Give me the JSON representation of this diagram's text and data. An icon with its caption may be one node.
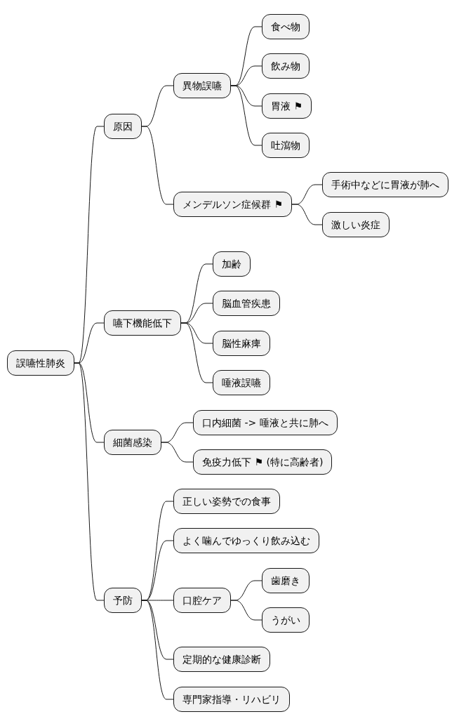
{
  "diagram": {
    "nodes": [
      {
        "text": [
          "誤嚥性肺炎"
        ]
      },
      {
        "text": [
          "原因"
        ]
      },
      {
        "text": [
          "異物誤嚥"
        ]
      },
      {
        "text": [
          "食べ物"
        ]
      },
      {
        "text": [
          "飲み物"
        ]
      },
      {
        "text": [
          "胃液 ⚑"
        ]
      },
      {
        "text": [
          "吐瀉物"
        ]
      },
      {
        "text": [
          "メンデルソン症候群 ⚑"
        ]
      },
      {
        "text": [
          "手術中などに胃液が肺へ"
        ]
      },
      {
        "text": [
          "激しい炎症"
        ]
      },
      {
        "text": [
          "嚥下機能低下"
        ]
      },
      {
        "text": [
          "加齢"
        ]
      },
      {
        "text": [
          "脳血管疾患"
        ]
      },
      {
        "text": [
          "脳性麻痺"
        ]
      },
      {
        "text": [
          "唾液誤嚥"
        ]
      },
      {
        "text": [
          "細菌感染"
        ]
      },
      {
        "text": [
          "口内細菌 -> 唾液と共に肺へ"
        ]
      },
      {
        "text": [
          "免疫力低下 ⚑ (特に高齢者)"
        ]
      },
      {
        "text": [
          "予防"
        ]
      },
      {
        "text": [
          "正しい姿勢での食事"
        ]
      },
      {
        "text": [
          "よく噛んでゆっくり飲み込む"
        ]
      },
      {
        "text": [
          "口腔ケア"
        ]
      },
      {
        "text": [
          "歯磨き"
        ]
      },
      {
        "text": [
          "うがい"
        ]
      },
      {
        "text": [
          "定期的な健康診断"
        ]
      },
      {
        "text": [
          "専門家指導・リハビリ"
        ]
      }
    ],
    "edges": [
      {
        "from": 0,
        "to": 1,
        "arrow": "none"
      },
      {
        "from": 1,
        "to": 2,
        "arrow": "none"
      },
      {
        "from": 2,
        "to": 3,
        "arrow": "none"
      },
      {
        "from": 2,
        "to": 4,
        "arrow": "none"
      },
      {
        "from": 2,
        "to": 5,
        "arrow": "none"
      },
      {
        "from": 2,
        "to": 6,
        "arrow": "none"
      },
      {
        "from": 1,
        "to": 7,
        "arrow": "none"
      },
      {
        "from": 7,
        "to": 8,
        "arrow": "none"
      },
      {
        "from": 7,
        "to": 9,
        "arrow": "none"
      },
      {
        "from": 0,
        "to": 10,
        "arrow": "none"
      },
      {
        "from": 10,
        "to": 11,
        "arrow": "none"
      },
      {
        "from": 10,
        "to": 12,
        "arrow": "none"
      },
      {
        "from": 10,
        "to": 13,
        "arrow": "none"
      },
      {
        "from": 10,
        "to": 14,
        "arrow": "none"
      },
      {
        "from": 0,
        "to": 15,
        "arrow": "none"
      },
      {
        "from": 15,
        "to": 16,
        "arrow": "none"
      },
      {
        "from": 15,
        "to": 17,
        "arrow": "none"
      },
      {
        "from": 0,
        "to": 18,
        "arrow": "none"
      },
      {
        "from": 18,
        "to": 19,
        "arrow": "none"
      },
      {
        "from": 18,
        "to": 20,
        "arrow": "none"
      },
      {
        "from": 18,
        "to": 21,
        "arrow": "none"
      },
      {
        "from": 21,
        "to": 22,
        "arrow": "none"
      },
      {
        "from": 21,
        "to": 23,
        "arrow": "none"
      },
      {
        "from": 18,
        "to": 24,
        "arrow": "none"
      },
      {
        "from": 18,
        "to": 25,
        "arrow": "none"
      }
    ]
  }
}
